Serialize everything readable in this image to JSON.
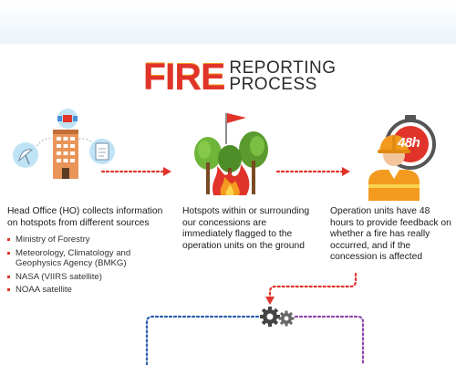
{
  "title": {
    "main": "FIRE",
    "sub_line1": "REPORTING",
    "sub_line2": "PROCESS"
  },
  "timer_badge": "48h",
  "steps": [
    {
      "lead": "Head Office (HO) collects information on hotspots from different sources",
      "sources": [
        "Ministry of Forestry",
        "Meteorology, Climatology and Geophysics Agency (BMKG)",
        "NASA (VIIRS satellite)",
        "NOAA satellite"
      ]
    },
    {
      "lead": "Hotspots within or surrounding our concessions are immediately flagged to the operation units on the ground"
    },
    {
      "lead": "Operation units have 48 hours to provide feedback on whether a fire has really occurred, and if the concession is affected"
    }
  ],
  "colors": {
    "accent_red": "#e0342a",
    "accent_orange": "#f39a1f",
    "sky_blue": "#8cc8ea",
    "forest_green": "#5a9a2e",
    "connector_blue": "#2b5fae",
    "connector_purple": "#8e44ad"
  }
}
